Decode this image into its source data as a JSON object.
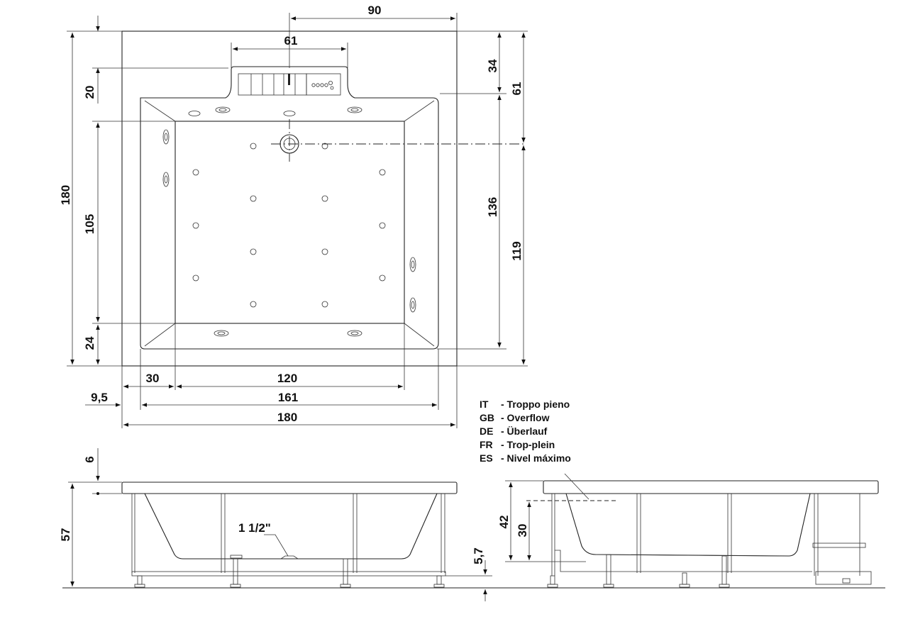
{
  "dimensions": {
    "top_90": "90",
    "top_61": "61",
    "left_180": "180",
    "left_20": "20",
    "left_105": "105",
    "left_24": "24",
    "right_34": "34",
    "right_61": "61",
    "right_136": "136",
    "right_119": "119",
    "bottom_30": "30",
    "bottom_120": "120",
    "bottom_9_5": "9,5",
    "bottom_161": "161",
    "bottom_180": "180",
    "front_6": "6",
    "front_57": "57",
    "front_pipe": "1 1/2\"",
    "front_5_7": "5,7",
    "side_42": "42",
    "side_30": "30"
  },
  "legend": [
    {
      "code": "IT",
      "text": "- Troppo pieno"
    },
    {
      "code": "GB",
      "text": "- Overflow"
    },
    {
      "code": "DE",
      "text": "- Überlauf"
    },
    {
      "code": "FR",
      "text": "- Trop-plein"
    },
    {
      "code": "ES",
      "text": "- Nivel máximo"
    }
  ]
}
